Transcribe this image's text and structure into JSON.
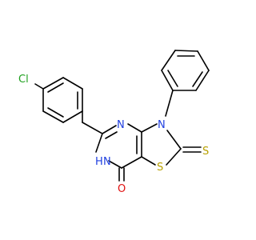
{
  "molecule": {
    "atoms": {
      "cl": {
        "text": "Cl",
        "color": "#1fa01f"
      },
      "n_ring": {
        "text": "N",
        "color": "#1f3fe0"
      },
      "n_phenyl": {
        "text": "N",
        "color": "#1f3fe0"
      },
      "nh": {
        "text": "N",
        "color": "#1f3fe0"
      },
      "h": {
        "text": "H",
        "color": "#1f3fe0"
      },
      "s_ring": {
        "text": "S",
        "color": "#b8a000"
      },
      "s_thione": {
        "text": "S",
        "color": "#b8a000"
      },
      "o": {
        "text": "O",
        "color": "#e01010"
      }
    }
  }
}
